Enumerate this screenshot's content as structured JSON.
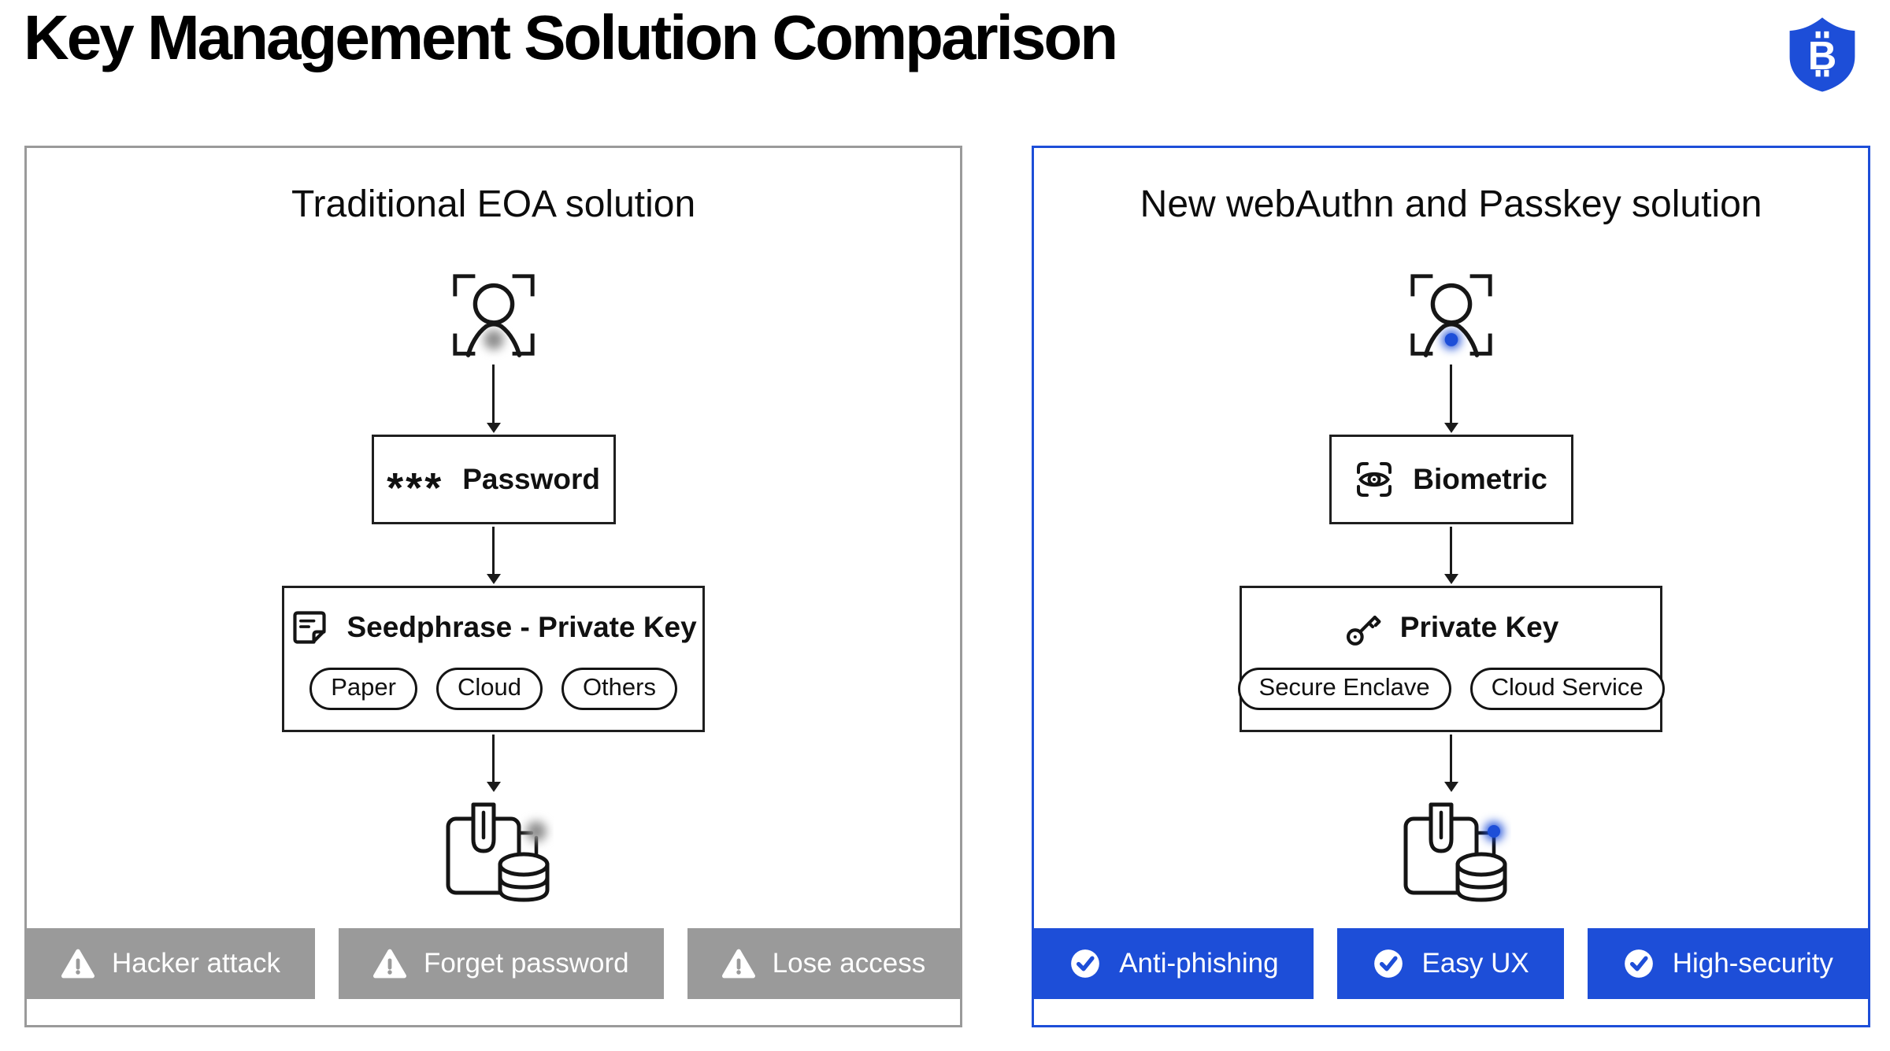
{
  "header": {
    "title": "Key Management Solution Comparison"
  },
  "logo": {
    "icon": "shield-bitcoin-icon",
    "symbol": "B",
    "color": "#1d4ed8"
  },
  "panels": {
    "left": {
      "title": "Traditional EOA solution",
      "user_icon": "person-scan-icon",
      "auth_box": {
        "icon": "asterisks-icon",
        "icon_text": "***",
        "label": "Password"
      },
      "key_box": {
        "icon": "note-icon",
        "label": "Seedphrase - Private Key",
        "pills": [
          "Paper",
          "Cloud",
          "Others"
        ]
      },
      "storage_icon": "wallet-database-icon",
      "badges": [
        {
          "icon": "warning-icon",
          "label": "Hacker attack"
        },
        {
          "icon": "warning-icon",
          "label": "Forget password"
        },
        {
          "icon": "warning-icon",
          "label": "Lose access"
        }
      ],
      "colors": {
        "border": "#9a9a9a",
        "badge": "#9a9a9a",
        "dot": "#8f8f8f"
      }
    },
    "right": {
      "title": "New webAuthn and Passkey solution",
      "user_icon": "person-scan-icon",
      "auth_box": {
        "icon": "eye-scan-icon",
        "label": "Biometric"
      },
      "key_box": {
        "icon": "key-icon",
        "label": "Private Key",
        "pills": [
          "Secure Enclave",
          "Cloud Service"
        ]
      },
      "storage_icon": "wallet-database-icon",
      "badges": [
        {
          "icon": "check-icon",
          "label": "Anti-phishing"
        },
        {
          "icon": "check-icon",
          "label": "Easy UX"
        },
        {
          "icon": "check-icon",
          "label": "High-security"
        }
      ],
      "colors": {
        "border": "#1d4ed8",
        "badge": "#1d4ed8",
        "dot": "#1d4ed8"
      }
    }
  }
}
